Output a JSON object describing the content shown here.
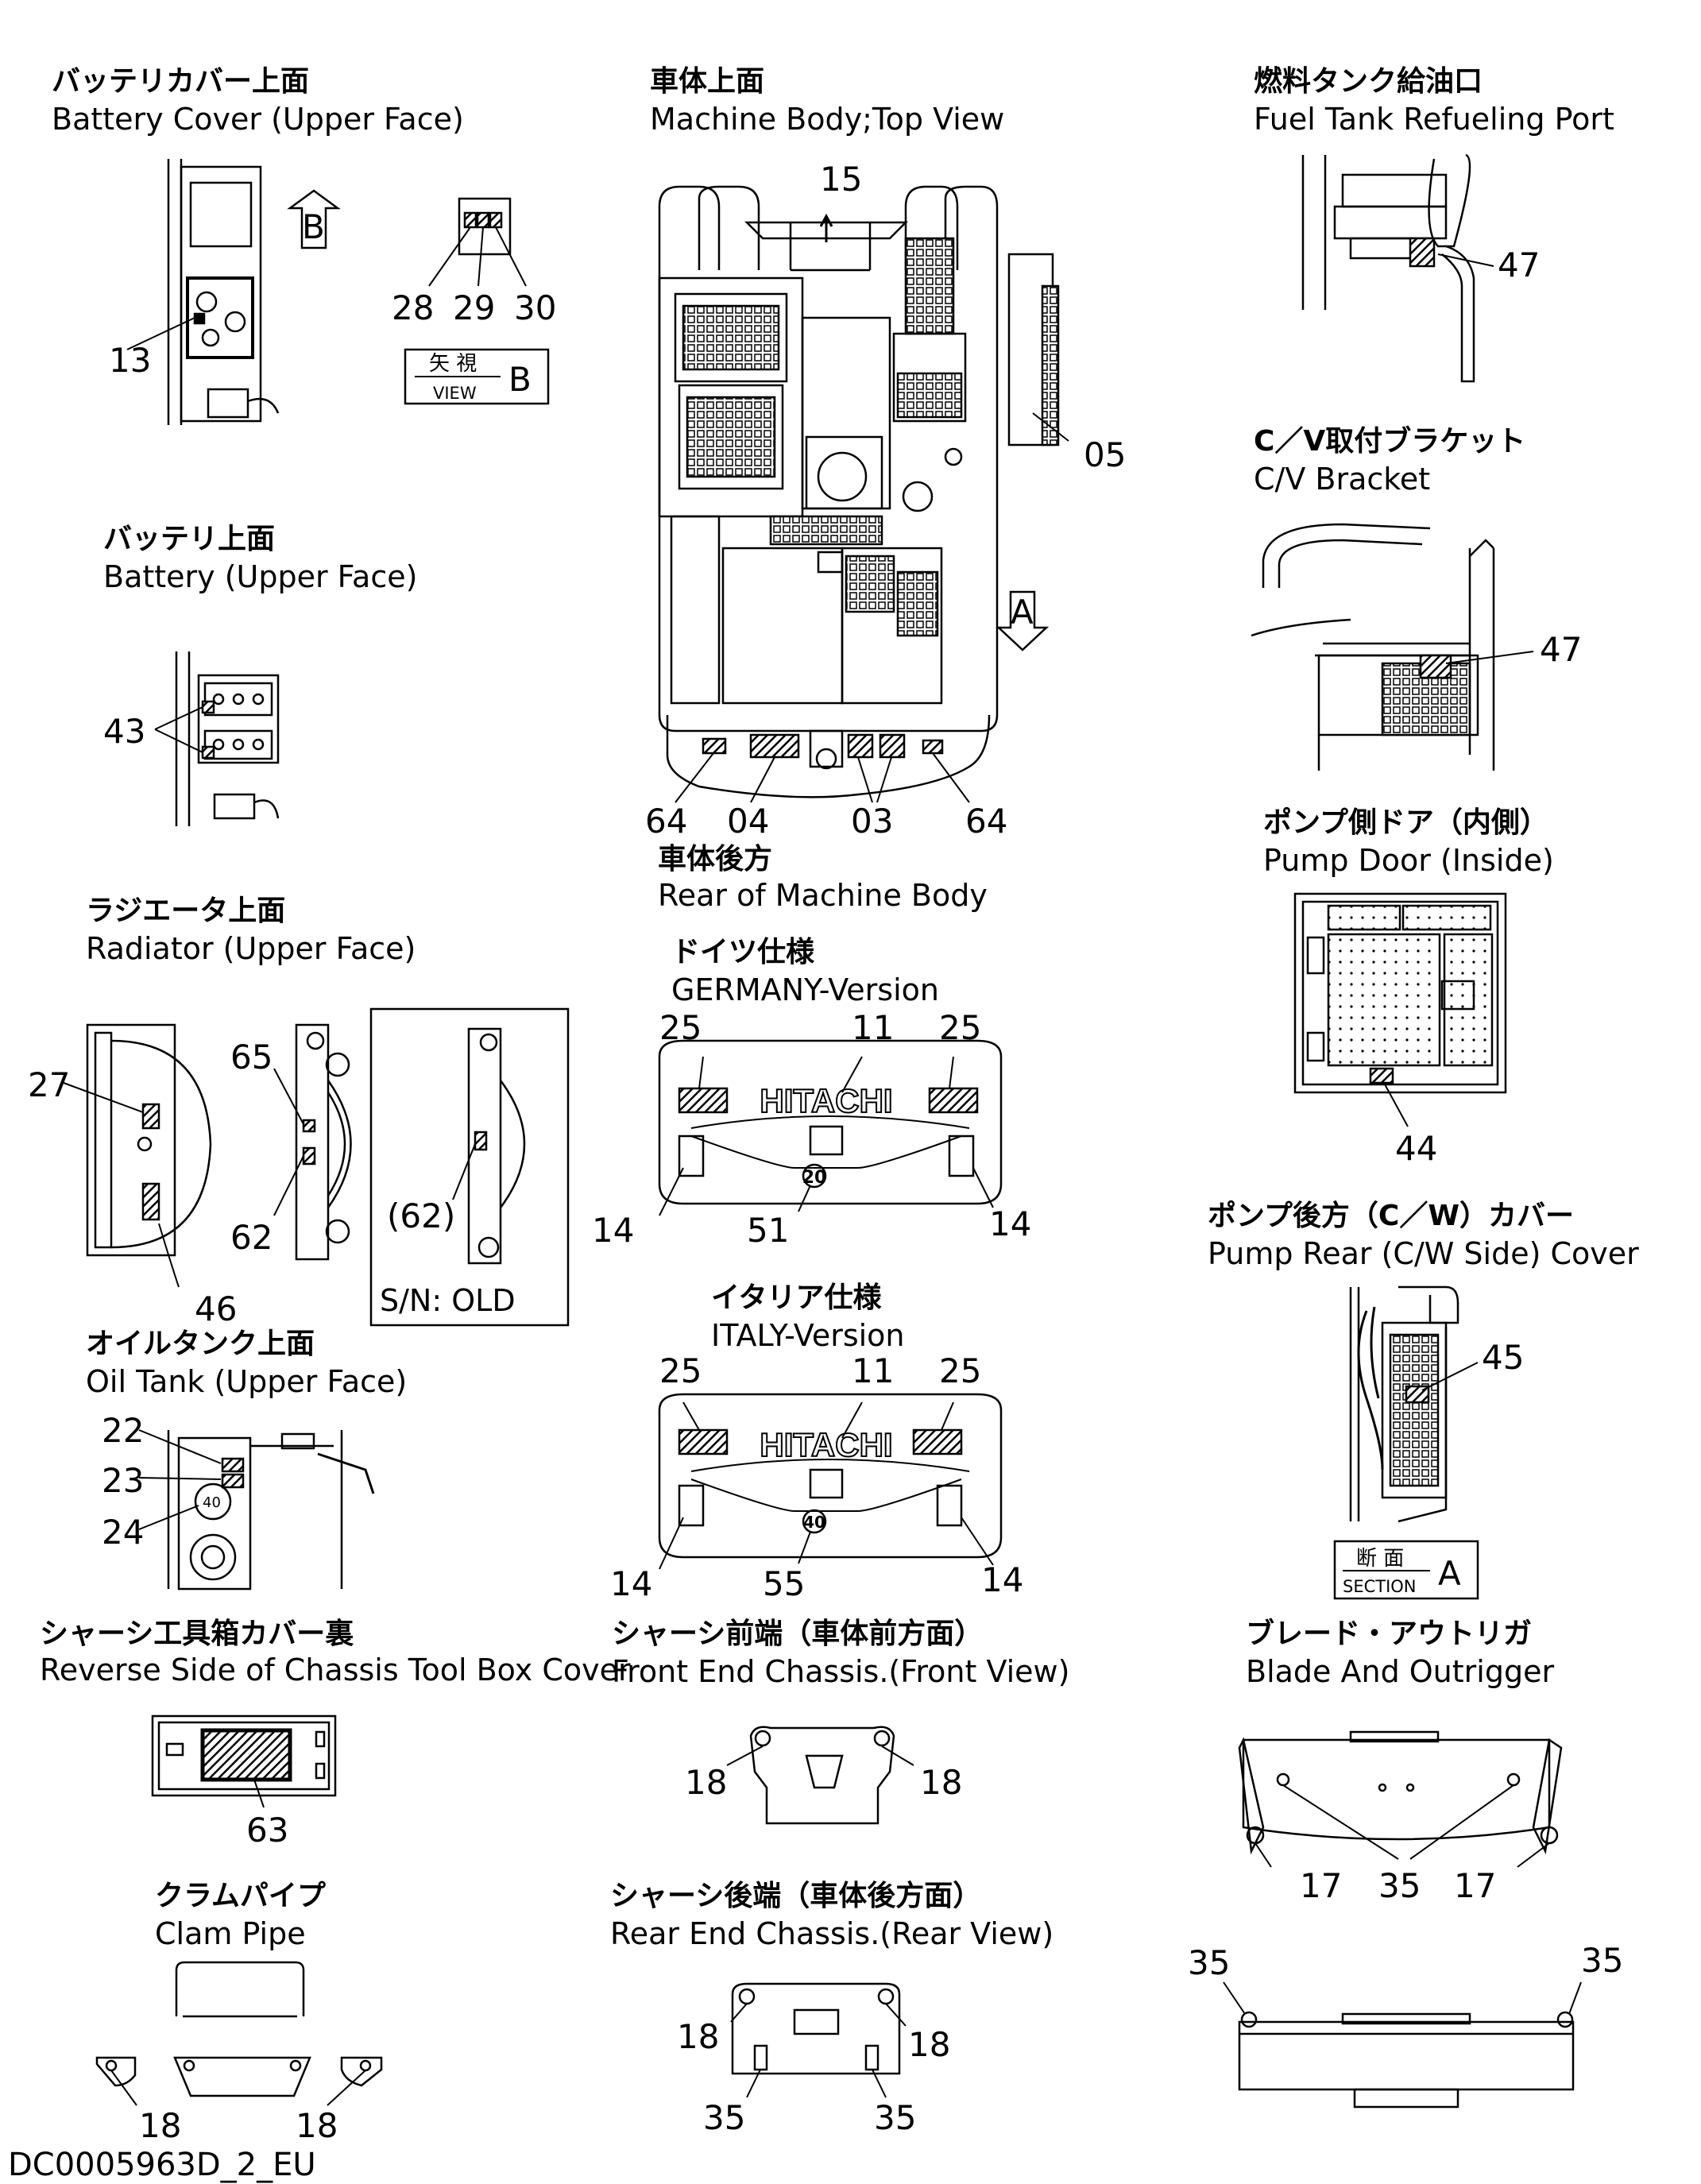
{
  "drawing_id": "DC0005963D_2_EU",
  "arrow_letters": {
    "b": "B",
    "a": "A"
  },
  "tags": {
    "view_b": {
      "jp": "矢 視",
      "en": "VIEW",
      "letter": "B"
    },
    "section_a": {
      "jp": "断 面",
      "en": "SECTION",
      "letter": "A"
    },
    "sn_old": "S/N: OLD"
  },
  "sections": {
    "battery_cover": {
      "jp": "バッテリカバー上面",
      "en": "Battery Cover (Upper Face)"
    },
    "machine_top": {
      "jp": "車体上面",
      "en": "Machine Body;Top View"
    },
    "fuel_port": {
      "jp": "燃料タンク給油口",
      "en": "Fuel Tank Refueling Port"
    },
    "cv_bracket": {
      "jp": "C／V取付ブラケット",
      "en": "C/V Bracket"
    },
    "battery": {
      "jp": "バッテリ上面",
      "en": "Battery (Upper Face)"
    },
    "pump_door": {
      "jp": "ポンプ側ドア（内側）",
      "en": "Pump Door (Inside)"
    },
    "radiator": {
      "jp": "ラジエータ上面",
      "en": "Radiator (Upper Face)"
    },
    "rear_body": {
      "jp": "車体後方",
      "en": "Rear of Machine Body"
    },
    "germany": {
      "jp": "ドイツ仕様",
      "en": "GERMANY-Version"
    },
    "pump_rear": {
      "jp": "ポンプ後方（C／W）カバー",
      "en": "Pump Rear (C/W Side) Cover"
    },
    "oil_tank": {
      "jp": "オイルタンク上面",
      "en": "Oil Tank (Upper Face)"
    },
    "italy": {
      "jp": "イタリア仕様",
      "en": "ITALY-Version"
    },
    "tool_box": {
      "jp": "シャーシ工具箱カバー裏",
      "en": "Reverse Side of Chassis Tool Box Cover"
    },
    "front_chassis": {
      "jp": "シャーシ前端（車体前方面）",
      "en": "Front End Chassis.(Front View)"
    },
    "blade": {
      "jp": "ブレード・アウトリガ",
      "en": "Blade And Outrigger"
    },
    "clam_pipe": {
      "jp": "クラムパイプ",
      "en": "Clam Pipe"
    },
    "rear_chassis": {
      "jp": "シャーシ後端（車体後方面）",
      "en": "Rear End Chassis.(Rear View)"
    }
  },
  "brand_logo": "HITACHI",
  "callouts": {
    "c13": "13",
    "c28": "28",
    "c29": "29",
    "c30": "30",
    "c15": "15",
    "c05": "05",
    "c64a": "64",
    "c04": "04",
    "c03": "03",
    "c64b": "64",
    "c47a": "47",
    "c47b": "47",
    "c43": "43",
    "c44": "44",
    "c27": "27",
    "c65": "65",
    "c62": "62",
    "c46": "46",
    "c62p": "(62)",
    "g25a": "25",
    "g11": "11",
    "g25b": "25",
    "g14a": "14",
    "g51": "51",
    "g14b": "14",
    "g20": "20",
    "c45": "45",
    "c22": "22",
    "c23": "23",
    "c24": "24",
    "i25a": "25",
    "i11": "11",
    "i25b": "25",
    "i14a": "14",
    "i55": "55",
    "i14b": "14",
    "i40": "40",
    "c63": "63",
    "f18a": "18",
    "f18b": "18",
    "b17a": "17",
    "b35": "35",
    "b17b": "17",
    "d35a": "35",
    "d35b": "35",
    "r18a": "18",
    "r18b": "18",
    "r35a": "35",
    "r35b": "35",
    "p18a": "18",
    "p18b": "18"
  }
}
